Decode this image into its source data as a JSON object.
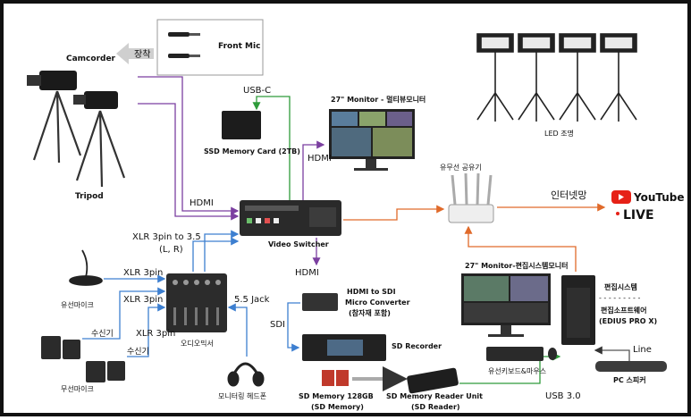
{
  "devices": {
    "front_mic": "Front Mic",
    "camcorder": "Camcorder",
    "tripod": "Tripod",
    "ssd": "SSD Memory Card (2TB)",
    "monitor_multi": "27\" Monitor - 멀티뷰모니터",
    "led": "LED 조명",
    "switcher": "Video Switcher",
    "router": "유무선 공유기",
    "wired_mic": "유선마이크",
    "wireless_mic": "무선마이크",
    "mixer": "오디오믹서",
    "headphone": "모니터링 헤드폰",
    "hdmi_sdi": "HDMI to SDI\nMicro Converter\n(참자재 포함)",
    "sd_recorder": "SD Recorder",
    "sd_memory": "SD Memory 128GB\n(SD Memory)",
    "sd_reader": "SD Memory Reader Unit\n(SD Reader)",
    "monitor_edit": "27\" Monitor-편집시스템모니터",
    "keyboard": "유선키보드&마우스",
    "edit_system": "편집시스템",
    "edit_software": "편집소프트웨어\n(EDIUS PRO X)",
    "pc_speaker": "PC 스피커",
    "youtube": "YouTube",
    "live": "LIVE"
  },
  "connections": {
    "mount": "장착",
    "usb_c": "USB-C",
    "hdmi_monitor": "HDMI",
    "hdmi_cam": "HDMI",
    "xlr_35": "XLR 3pin to 3.5\n(L, R)",
    "xlr_a": "XLR 3pin",
    "xlr_b": "XLR 3pin",
    "xlr_c": "XLR 3pin",
    "receiver_a": "수신기",
    "receiver_b": "수신기",
    "jack": "5.5 Jack",
    "hdmi_sdi": "HDMI",
    "sdi": "SDI",
    "internet": "인터넷망",
    "line": "Line",
    "usb3": "USB 3.0"
  },
  "colors": {
    "purple": "#7b3fa0",
    "blue": "#3d7fd0",
    "green": "#2e9b3a",
    "orange": "#e06a2a",
    "gray": "#7a7a7a",
    "youtube_red": "#e62117"
  }
}
